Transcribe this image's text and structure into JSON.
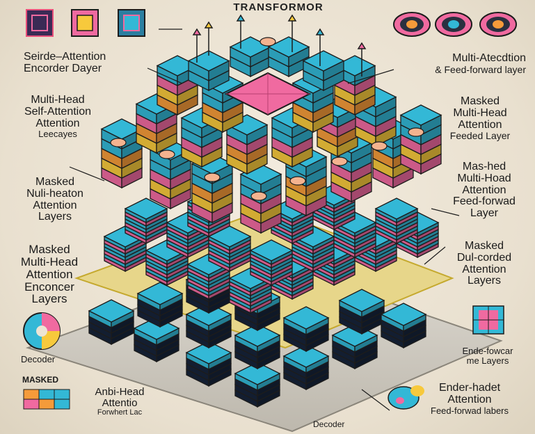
{
  "title": "TRANSFORMOR",
  "labels_left": [
    {
      "lines": [
        "Seirde–Attention",
        "Encorder Dayer"
      ]
    },
    {
      "lines": [
        "Multi-Head",
        "Self-Attention",
        "Attention",
        "Leecayes"
      ]
    },
    {
      "lines": [
        "Masked",
        "Nuli-heaton",
        "Attention",
        "Layers"
      ]
    },
    {
      "lines": [
        "Masked",
        "Multi-Head",
        "Attention",
        "Enconcer",
        "Layers"
      ]
    },
    {
      "lines": [
        "Decoder"
      ]
    },
    {
      "lines": [
        "MASKED"
      ]
    },
    {
      "lines": [
        "Anbi-Head",
        "Attentio",
        "Forwhert Lac"
      ]
    }
  ],
  "labels_right": [
    {
      "lines": [
        "Multi-Atecdtion",
        "& Feed-forward layer"
      ]
    },
    {
      "lines": [
        "Masked",
        "Multi-Head",
        "Attention",
        "Feeded Layer"
      ]
    },
    {
      "lines": [
        "Mas-hed",
        "Multi-Hoad",
        "Attention",
        "Feed-forwad",
        "Layer"
      ]
    },
    {
      "lines": [
        "Masked",
        "Dul-corded",
        "Attention",
        "Layers"
      ]
    },
    {
      "lines": [
        "Ende-fowcar",
        "me Layers"
      ]
    },
    {
      "lines": [
        "Ender-hadet",
        "Attention",
        "Feed-forwad labers"
      ]
    }
  ],
  "labels_bottom": [
    {
      "lines": [
        "Decoder"
      ]
    }
  ],
  "colors": {
    "cyan": "#33b8d6",
    "pink": "#f06aa0",
    "yellow": "#f7c93c",
    "orange": "#f59b3a",
    "navy": "#16233a",
    "platform": "#d6d2c8",
    "background": "#ece4d4"
  },
  "icons": [
    "target-icon",
    "chip-icon",
    "pie-icon",
    "grid-icon"
  ]
}
